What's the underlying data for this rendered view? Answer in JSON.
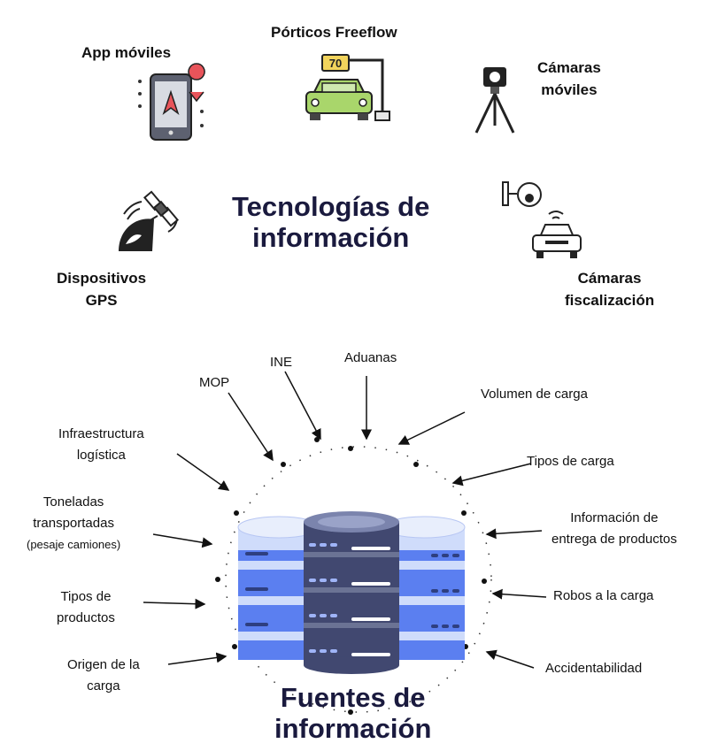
{
  "technologies": {
    "title_line1": "Tecnologías de",
    "title_line2": "información",
    "app_moviles": "App móviles",
    "porticos": "Pórticos Freeflow",
    "portico_speed": "70",
    "camaras_moviles_1": "Cámaras",
    "camaras_moviles_2": "móviles",
    "gps_1": "Dispositivos",
    "gps_2": "GPS",
    "fiscalizacion_1": "Cámaras",
    "fiscalizacion_2": "fiscalización"
  },
  "sources": {
    "title_line1": "Fuentes de",
    "title_line2": "información",
    "mop": "MOP",
    "ine": "INE",
    "aduanas": "Aduanas",
    "volumen": "Volumen de carga",
    "infra_1": "Infraestructura",
    "infra_2": "logística",
    "tipos_carga": "Tipos de carga",
    "toneladas_1": "Toneladas",
    "toneladas_2": "transportadas",
    "toneladas_3": "(pesaje camiones)",
    "entrega_1": "Información de",
    "entrega_2": "entrega de productos",
    "tipos_prod_1": "Tipos de",
    "tipos_prod_2": "productos",
    "robos": "Robos a la carga",
    "origen_1": "Origen de la",
    "origen_2": "carga",
    "accidentabilidad": "Accidentabilidad"
  },
  "colors": {
    "title": "#1a1a3e",
    "db_blue": "#5b7ff0",
    "db_light": "#cfdcfb",
    "db_dark": "#414870",
    "car_green": "#a9d66b",
    "sign_yellow": "#f2d45c",
    "pin_red": "#e8545a"
  }
}
